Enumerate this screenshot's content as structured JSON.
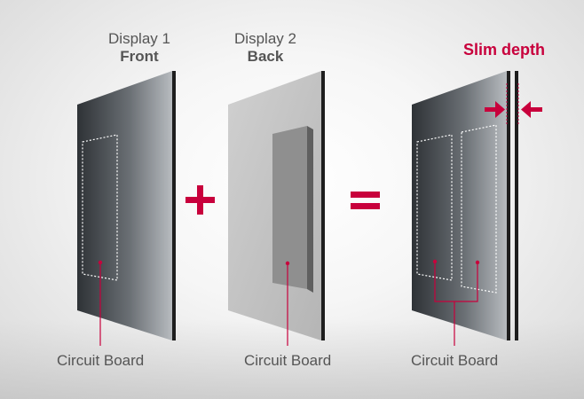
{
  "panel1": {
    "title": "Display 1",
    "subtitle": "Front",
    "caption": "Circuit Board"
  },
  "panel2": {
    "title": "Display 2",
    "subtitle": "Back",
    "caption": "Circuit Board"
  },
  "result": {
    "title": "Slim depth",
    "caption": "Circuit Board"
  },
  "operators": {
    "plus": "+",
    "equals": "="
  },
  "colors": {
    "accent": "#c8003c",
    "label": "#555555",
    "edge": "#222222"
  }
}
